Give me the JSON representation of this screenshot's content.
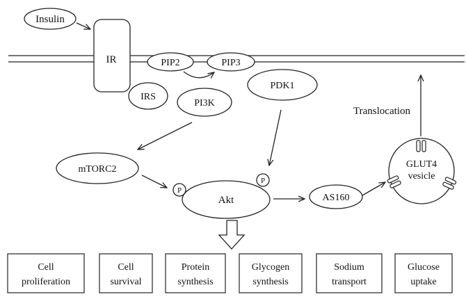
{
  "nodes": {
    "insulin": "Insulin",
    "ir": "IR",
    "pip2": "PIP2",
    "pip3": "PIP3",
    "irs": "IRS",
    "pi3k": "PI3K",
    "pdk1": "PDK1",
    "mtorc2": "mTORC2",
    "akt": "Akt",
    "p_left": "P",
    "p_right": "P",
    "as160": "AS160",
    "glut4_line1": "GLUT4",
    "glut4_line2": "vesicle",
    "translocation": "Translocation"
  },
  "outcomes": [
    {
      "line1": "Cell",
      "line2": "proliferation"
    },
    {
      "line1": "Cell",
      "line2": "survival"
    },
    {
      "line1": "Protein",
      "line2": "synthesis"
    },
    {
      "line1": "Glycogen",
      "line2": "synthesis"
    },
    {
      "line1": "Sodium",
      "line2": "transport"
    },
    {
      "line1": "Glucose",
      "line2": "uptake"
    }
  ],
  "colors": {
    "stroke": "#222222",
    "fill": "#ffffff",
    "text": "#111111"
  }
}
